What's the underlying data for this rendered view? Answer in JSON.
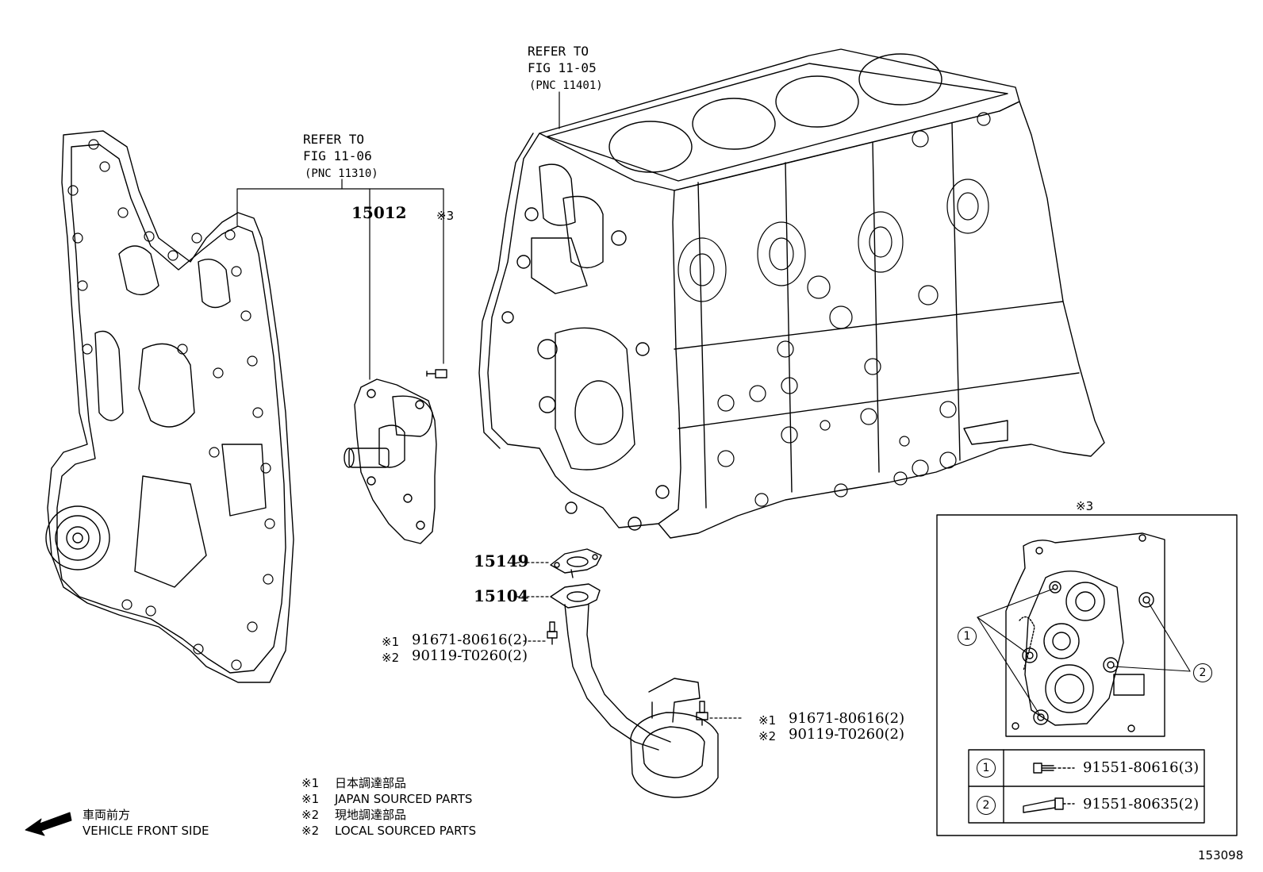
{
  "refer_a": {
    "line1": "REFER TO",
    "line2": "FIG 11-05",
    "line3": "(PNC 11401)"
  },
  "refer_b": {
    "line1": "REFER TO",
    "line2": "FIG 11-06",
    "line3": "(PNC 11310)"
  },
  "parts": {
    "p15012": "15012",
    "p15149": "15149",
    "p15104": "15104",
    "mark3_small": "※3",
    "mark3_inset": "※3"
  },
  "bolts_a": [
    {
      "mark": "※1",
      "part": "91671-80616(2)"
    },
    {
      "mark": "※2",
      "part": "90119-T0260(2)"
    }
  ],
  "bolts_b": [
    {
      "mark": "※1",
      "part": "91671-80616(2)"
    },
    {
      "mark": "※2",
      "part": "90119-T0260(2)"
    }
  ],
  "inset": {
    "callout1": "1",
    "callout2": "2",
    "rows": [
      {
        "num": "1",
        "part": "91551-80616(3)"
      },
      {
        "num": "2",
        "part": "91551-80635(2)"
      }
    ]
  },
  "notes": [
    {
      "mark": "※1",
      "text": "日本調達部品"
    },
    {
      "mark": "※1",
      "text": "JAPAN SOURCED PARTS"
    },
    {
      "mark": "※2",
      "text": "現地調達部品"
    },
    {
      "mark": "※2",
      "text": "LOCAL SOURCED PARTS"
    }
  ],
  "vehicle": {
    "jp": "車両前方",
    "en": "VEHICLE FRONT SIDE"
  },
  "figure_id": "153098"
}
